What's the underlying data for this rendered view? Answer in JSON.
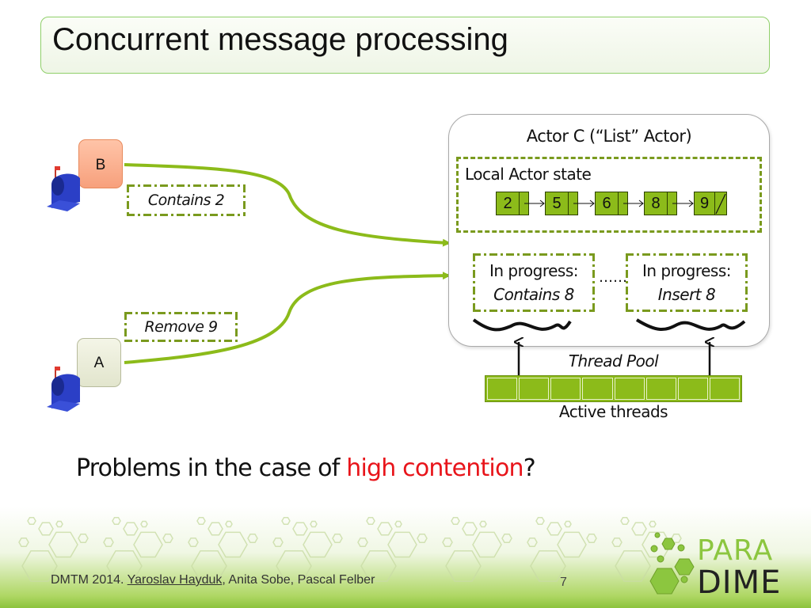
{
  "slide": {
    "title": "Concurrent message processing",
    "page_number": "7"
  },
  "actors": {
    "a": {
      "label": "A",
      "message": "Remove 9"
    },
    "b": {
      "label": "B",
      "message": "Contains 2"
    },
    "c": {
      "title": "Actor C (“List” Actor)",
      "state_label": "Local Actor state",
      "list_values": [
        "2",
        "5",
        "6",
        "8",
        "9"
      ]
    }
  },
  "in_progress": [
    {
      "heading": "In progress:",
      "operation": "Contains 8"
    },
    {
      "heading": "In progress:",
      "operation": "Insert 8"
    }
  ],
  "ellipsis": "……",
  "thread_pool": {
    "label": "Thread Pool",
    "caption": "Active threads",
    "thread_count": 8
  },
  "question": {
    "prefix": "Problems in the case of ",
    "highlight": "high contention",
    "suffix": "?"
  },
  "footer": {
    "conference": "DMTM 2014. ",
    "author_1": "Yaroslav Hayduk",
    "other_authors": ", Anita Sobe, Pascal Felber",
    "logo_top": "PARA",
    "logo_bottom": "DIME"
  },
  "colors": {
    "accent_green": "#8cbb1a",
    "highlight_red": "#e8141a",
    "logo_green": "#8cc63f"
  }
}
